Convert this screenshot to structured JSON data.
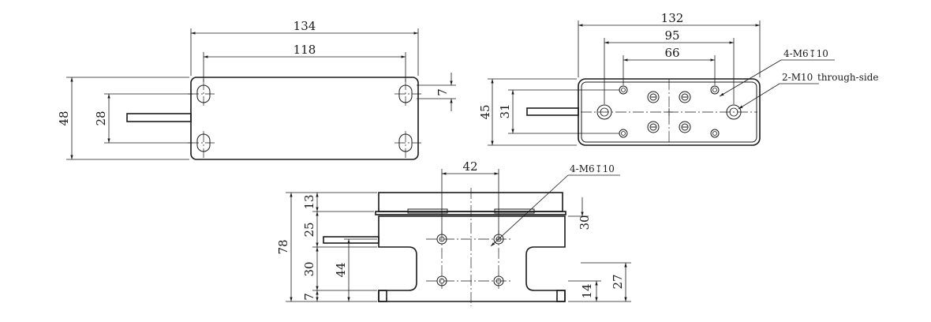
{
  "views": {
    "left": {
      "dims": {
        "overall_length": "134",
        "slot_spacing": "118",
        "height": "48",
        "slot_gap": "28",
        "edge_offset": "7"
      }
    },
    "right": {
      "dims": {
        "overall_length": "132",
        "outer_holes": "95",
        "inner_holes": "66",
        "height": "45",
        "hole_span": "31"
      },
      "notes": {
        "tapped_holes": "4-M6↧10",
        "through_holes": "2-M10",
        "through_side": "through-side"
      }
    },
    "bottom": {
      "dims": {
        "hole_spacing_x": "42",
        "height_total": "78",
        "top_plate": "13",
        "mid": "25",
        "lower": "30",
        "base": "7",
        "left_44": "44",
        "right_30": "30",
        "right_27": "27",
        "right_14": "14"
      },
      "notes": {
        "tapped_holes": "4-M6↧10"
      }
    }
  }
}
